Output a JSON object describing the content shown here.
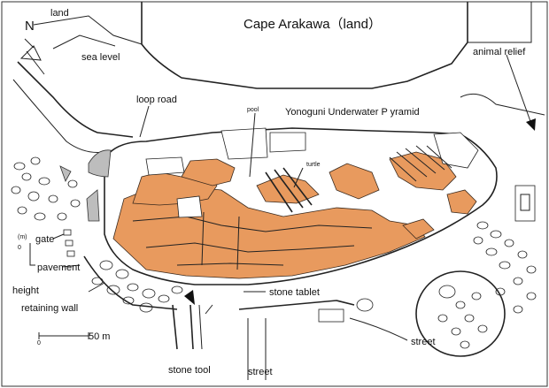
{
  "labels": {
    "north": "N",
    "land": "land",
    "sea_level": "sea level",
    "cape": "Cape Arakawa（land）",
    "animal_relief": "animal relief",
    "loop_road": "loop road",
    "pool": "pool",
    "pyramid": "Yonoguni Underwater P yramid",
    "turtle": "turtle",
    "gate": "gate",
    "pavement": "pavement",
    "height": "height",
    "height_unit_top": "(m)",
    "height_unit_bottom": "0",
    "retaining_wall": "retaining wall",
    "stone_tablet": "stone tablet",
    "street_right": "street",
    "street_bottom": "street",
    "stone_tool": "stone tool",
    "scale_zero": "0",
    "scale_distance": "50 m"
  },
  "colors": {
    "rock": "#e89a5e",
    "gray_area": "#bdbdbd",
    "ink": "#222222"
  },
  "icons": {
    "north_arrow": "north-arrow-icon",
    "direction_arrow": "down-right-arrow-icon"
  }
}
